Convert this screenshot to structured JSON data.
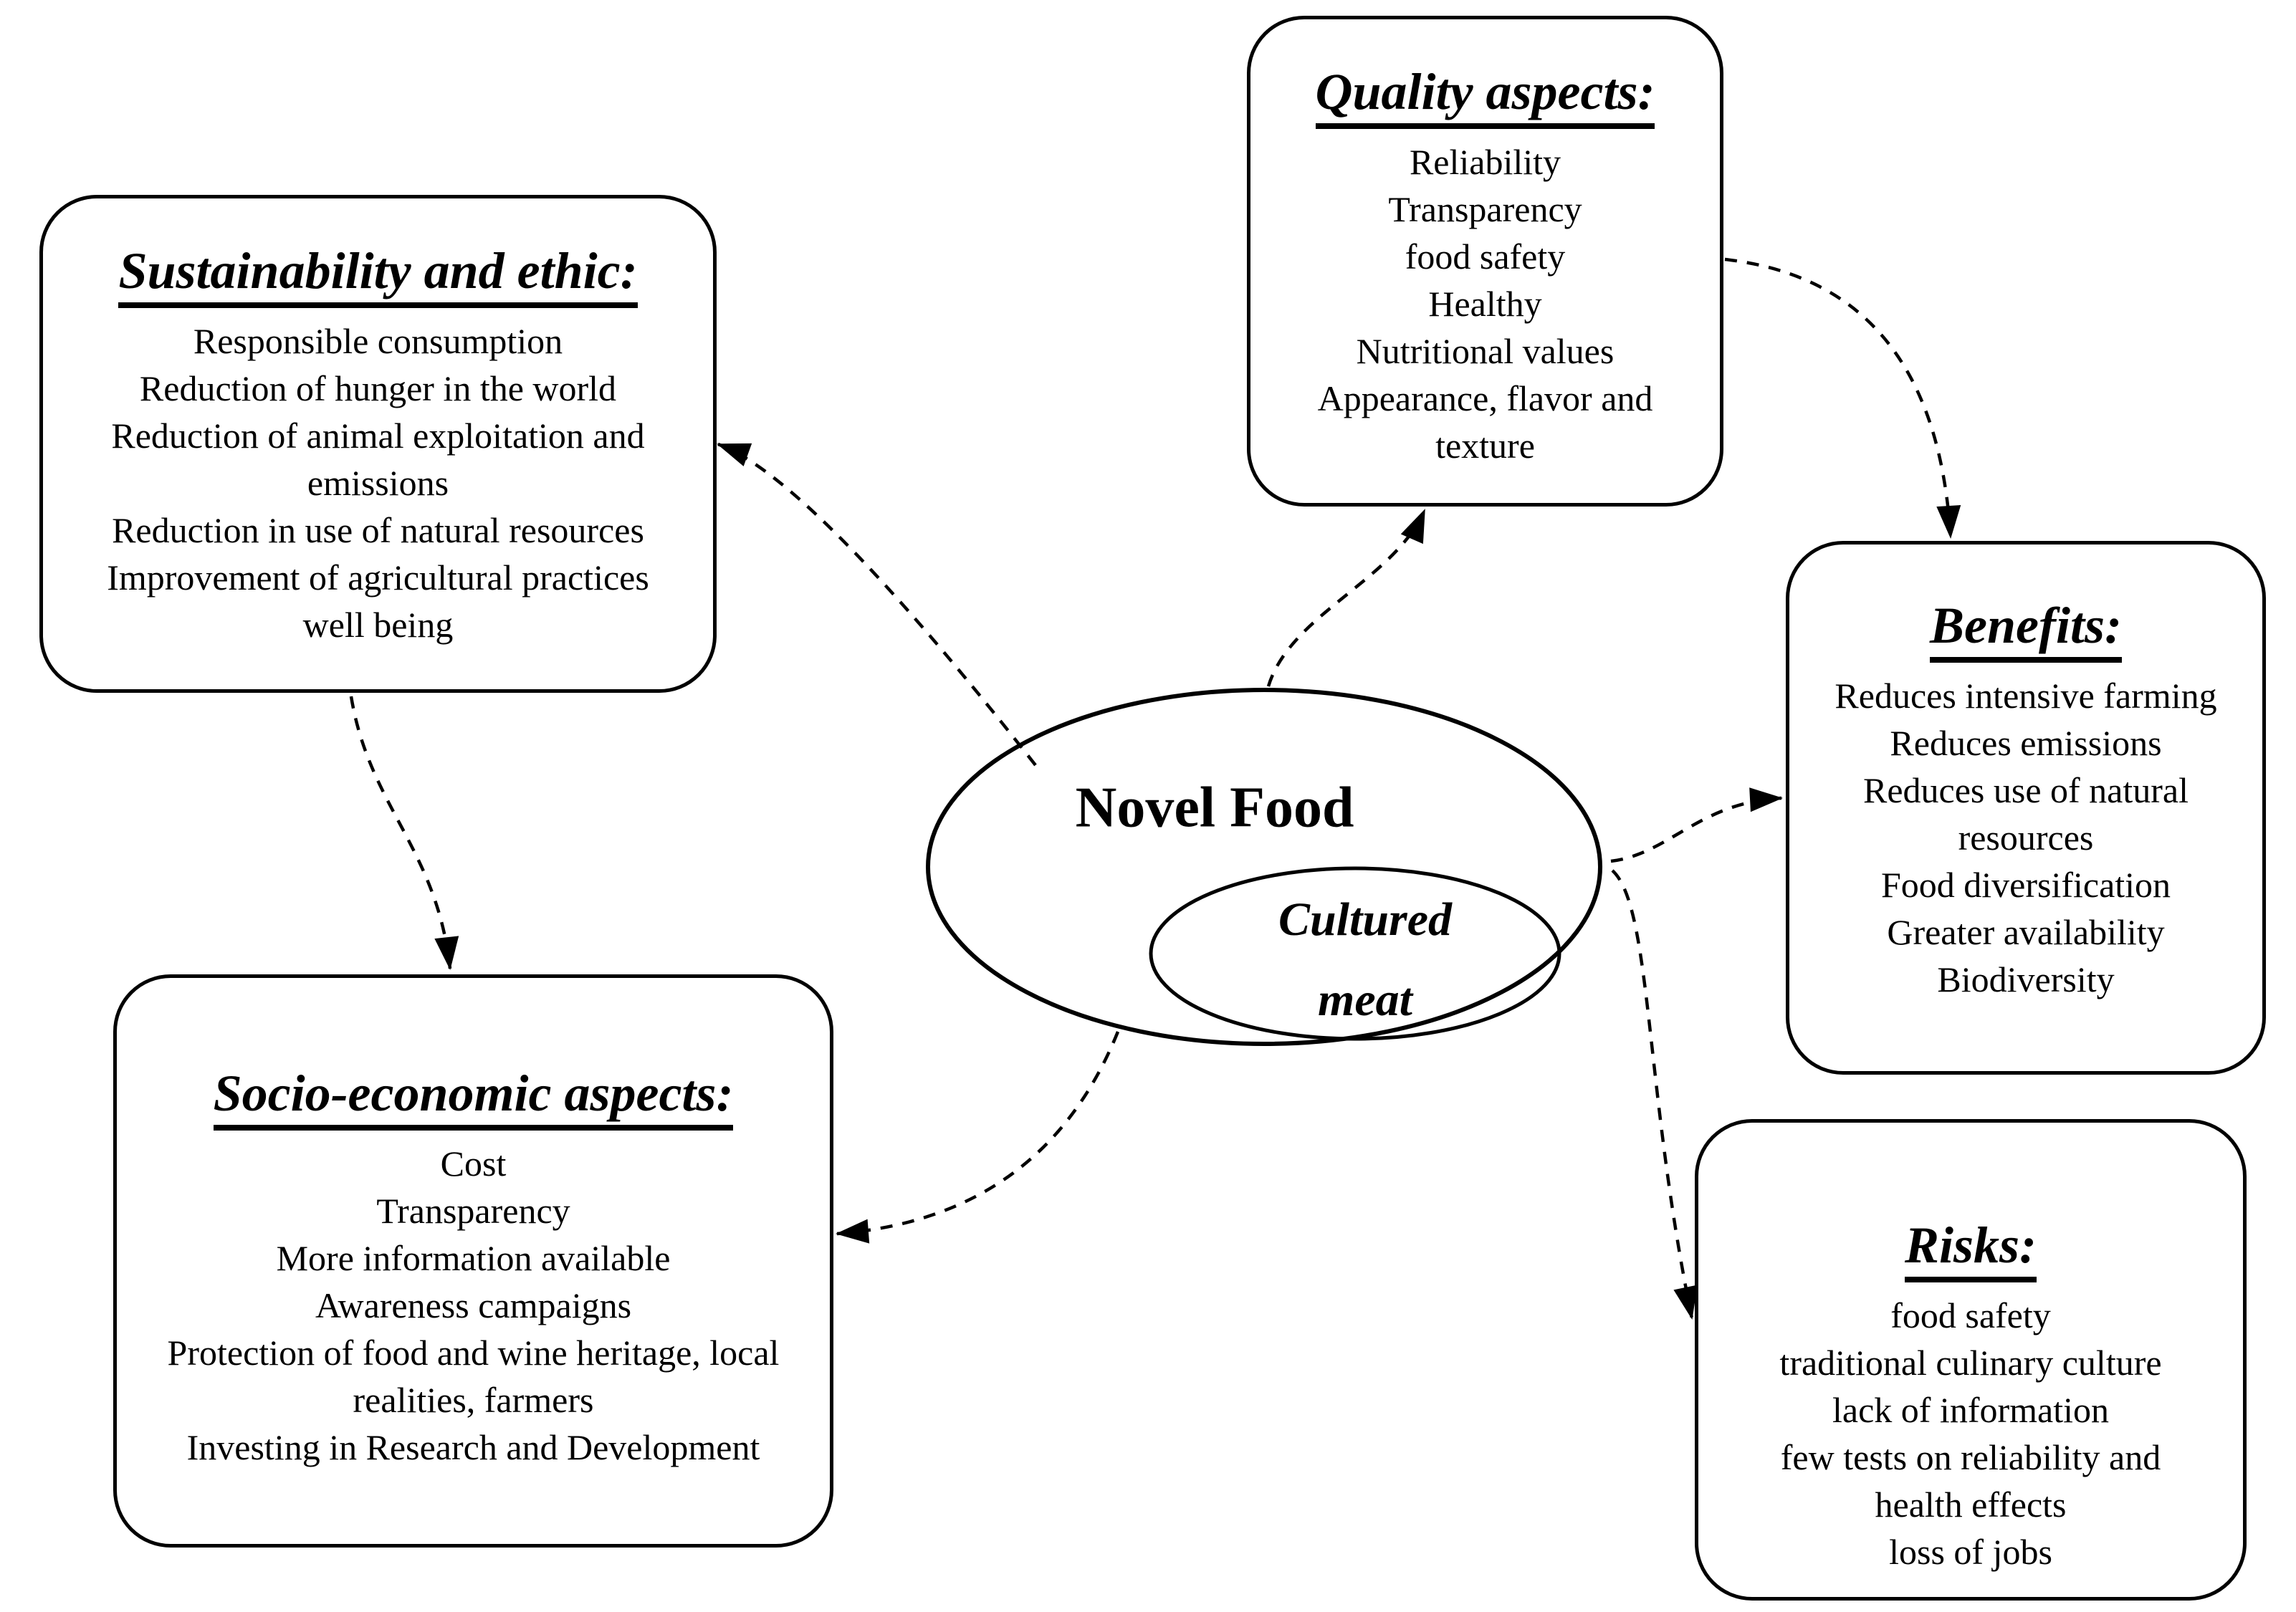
{
  "colors": {
    "ink": "#000000",
    "background": "#ffffff"
  },
  "center": {
    "outer_label": "Novel Food",
    "inner_label": "Cultured meat"
  },
  "boxes": {
    "sustainability": {
      "heading": "Sustainability and ethic:",
      "items": [
        "Responsible consumption",
        "Reduction of hunger in the world",
        "Reduction of animal exploitation and emissions",
        "Reduction in use of natural resources",
        "Improvement of agricultural practices well being"
      ]
    },
    "quality": {
      "heading": "Quality aspects:",
      "items": [
        "Reliability",
        "Transparency",
        "food safety",
        "Healthy",
        "Nutritional values",
        "Appearance, flavor and texture"
      ]
    },
    "benefits": {
      "heading": "Benefits:",
      "items": [
        "Reduces intensive farming",
        "Reduces emissions",
        "Reduces use of natural resources",
        "Food diversification",
        "Greater availability",
        "Biodiversity"
      ]
    },
    "socio": {
      "heading": "Socio-economic aspects:",
      "items": [
        "Cost",
        "Transparency",
        "More information available",
        "Awareness campaigns",
        "Protection of food and wine heritage, local realities, farmers",
        "Investing in Research and Development"
      ]
    },
    "risks": {
      "heading": "Risks:",
      "items": [
        "food safety",
        "traditional culinary culture",
        "lack of information",
        "few tests on reliability and health effects",
        "loss of jobs"
      ]
    }
  },
  "connections": [
    {
      "from": "novel-food",
      "to": "sustainability-and-ethic"
    },
    {
      "from": "novel-food",
      "to": "quality-aspects"
    },
    {
      "from": "quality-aspects",
      "to": "benefits"
    },
    {
      "from": "novel-food",
      "to": "benefits"
    },
    {
      "from": "novel-food",
      "to": "socio-economic-aspects"
    },
    {
      "from": "novel-food",
      "to": "risks"
    },
    {
      "from": "sustainability-and-ethic",
      "to": "socio-economic-aspects"
    }
  ]
}
